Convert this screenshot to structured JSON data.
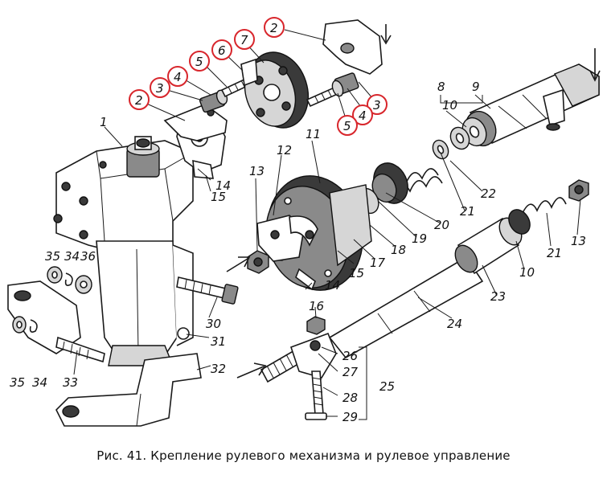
{
  "caption": "Рис. 41. Крепление рулевого механизма и рулевое управление",
  "colors": {
    "highlight_ring": "#d8262c",
    "ink": "#111111"
  },
  "labels": {
    "l1": "1",
    "l2a": "2",
    "l2b": "2",
    "l3a": "3",
    "l3b": "3",
    "l4a": "4",
    "l4b": "4",
    "l5a": "5",
    "l5b": "5",
    "l6": "6",
    "l7": "7",
    "l8": "8",
    "l9": "9",
    "l10a": "10",
    "l10b": "10",
    "l11": "11",
    "l12": "12",
    "l13a": "13",
    "l13b": "13",
    "l14a": "14",
    "l14b": "14",
    "l15a": "15",
    "l15b": "15",
    "l16": "16",
    "l17": "17",
    "l18": "18",
    "l19": "19",
    "l20": "20",
    "l21a": "21",
    "l21b": "21",
    "l22": "22",
    "l23": "23",
    "l24": "24",
    "l25": "25",
    "l26": "26",
    "l27": "27",
    "l28": "28",
    "l29": "29",
    "l30": "30",
    "l31": "31",
    "l32": "32",
    "l33": "33",
    "l34a": "34",
    "l34b": "34",
    "l35a": "35",
    "l35b": "35",
    "l36": "36"
  }
}
